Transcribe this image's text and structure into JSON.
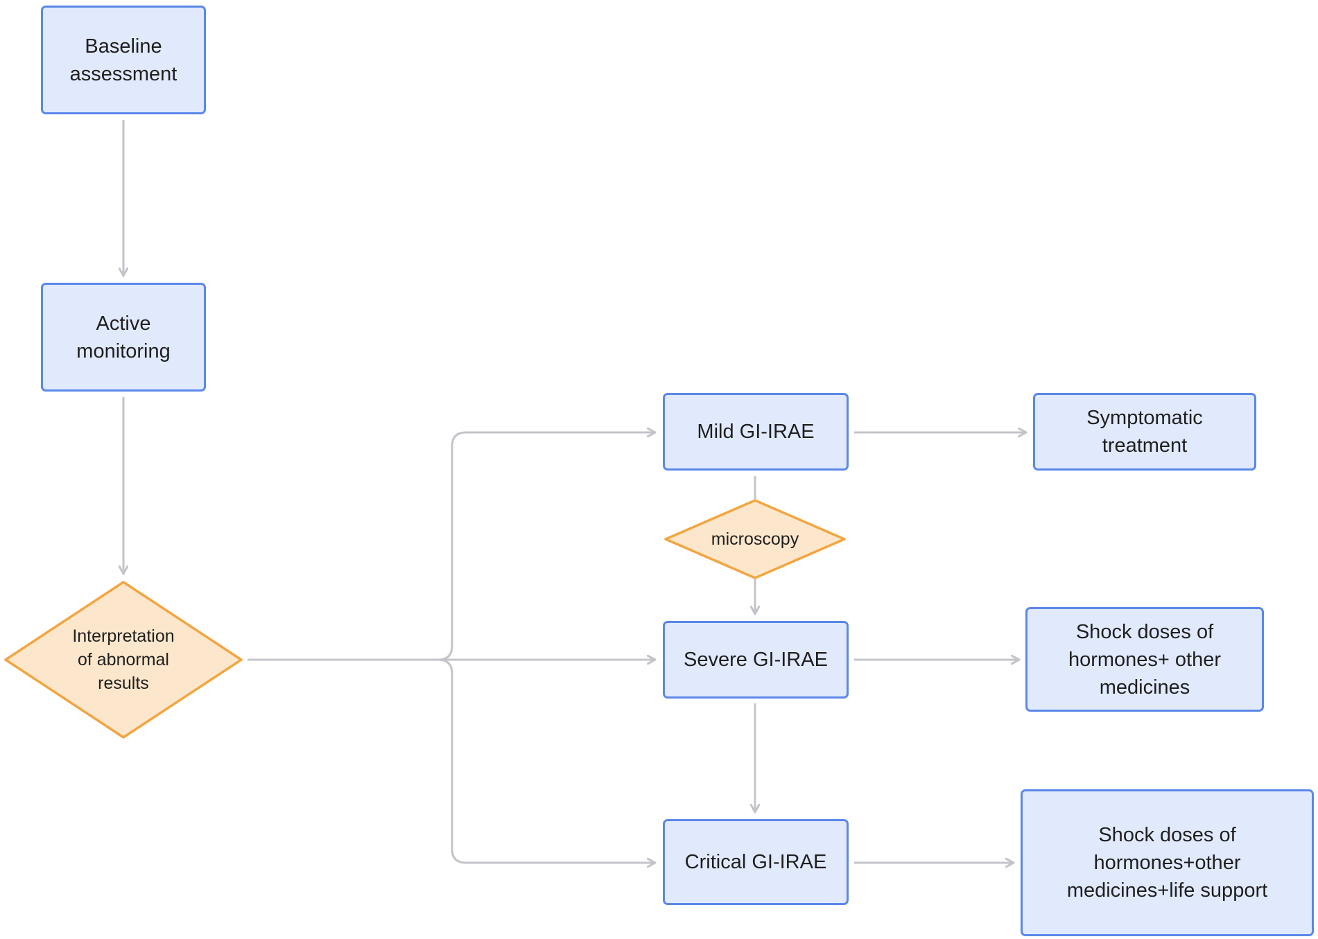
{
  "colors": {
    "box_fill": "#e1eafd",
    "box_border": "#5b87ea",
    "decision_fill": "#fde7cc",
    "decision_border": "#f3a540",
    "connector": "#c2c4c9",
    "text": "#1f1f1f"
  },
  "nodes": {
    "baseline_assessment": "Baseline\nassessment",
    "active_monitoring": "Active\nmonitoring",
    "interpretation": "Interpretation\nof abnormal\nresults",
    "mild_gi_irae": "Mild GI-IRAE",
    "symptomatic_treatment": "Symptomatic\ntreatment",
    "microscopy": "microscopy",
    "severe_gi_irae": "Severe GI-IRAE",
    "shock_doses_severe": "Shock doses of\nhormones+ other\nmedicines",
    "critical_gi_irae": "Critical GI-IRAE",
    "shock_doses_critical": "Shock doses of\nhormones+other\nmedicines+life support"
  },
  "edges": [
    {
      "from": "baseline_assessment",
      "to": "active_monitoring"
    },
    {
      "from": "active_monitoring",
      "to": "interpretation"
    },
    {
      "from": "interpretation",
      "to": "mild_gi_irae"
    },
    {
      "from": "interpretation",
      "to": "severe_gi_irae"
    },
    {
      "from": "interpretation",
      "to": "critical_gi_irae"
    },
    {
      "from": "mild_gi_irae",
      "to": "symptomatic_treatment"
    },
    {
      "from": "mild_gi_irae",
      "to": "microscopy"
    },
    {
      "from": "microscopy",
      "to": "severe_gi_irae"
    },
    {
      "from": "severe_gi_irae",
      "to": "shock_doses_severe"
    },
    {
      "from": "severe_gi_irae",
      "to": "critical_gi_irae"
    },
    {
      "from": "critical_gi_irae",
      "to": "shock_doses_critical"
    }
  ]
}
